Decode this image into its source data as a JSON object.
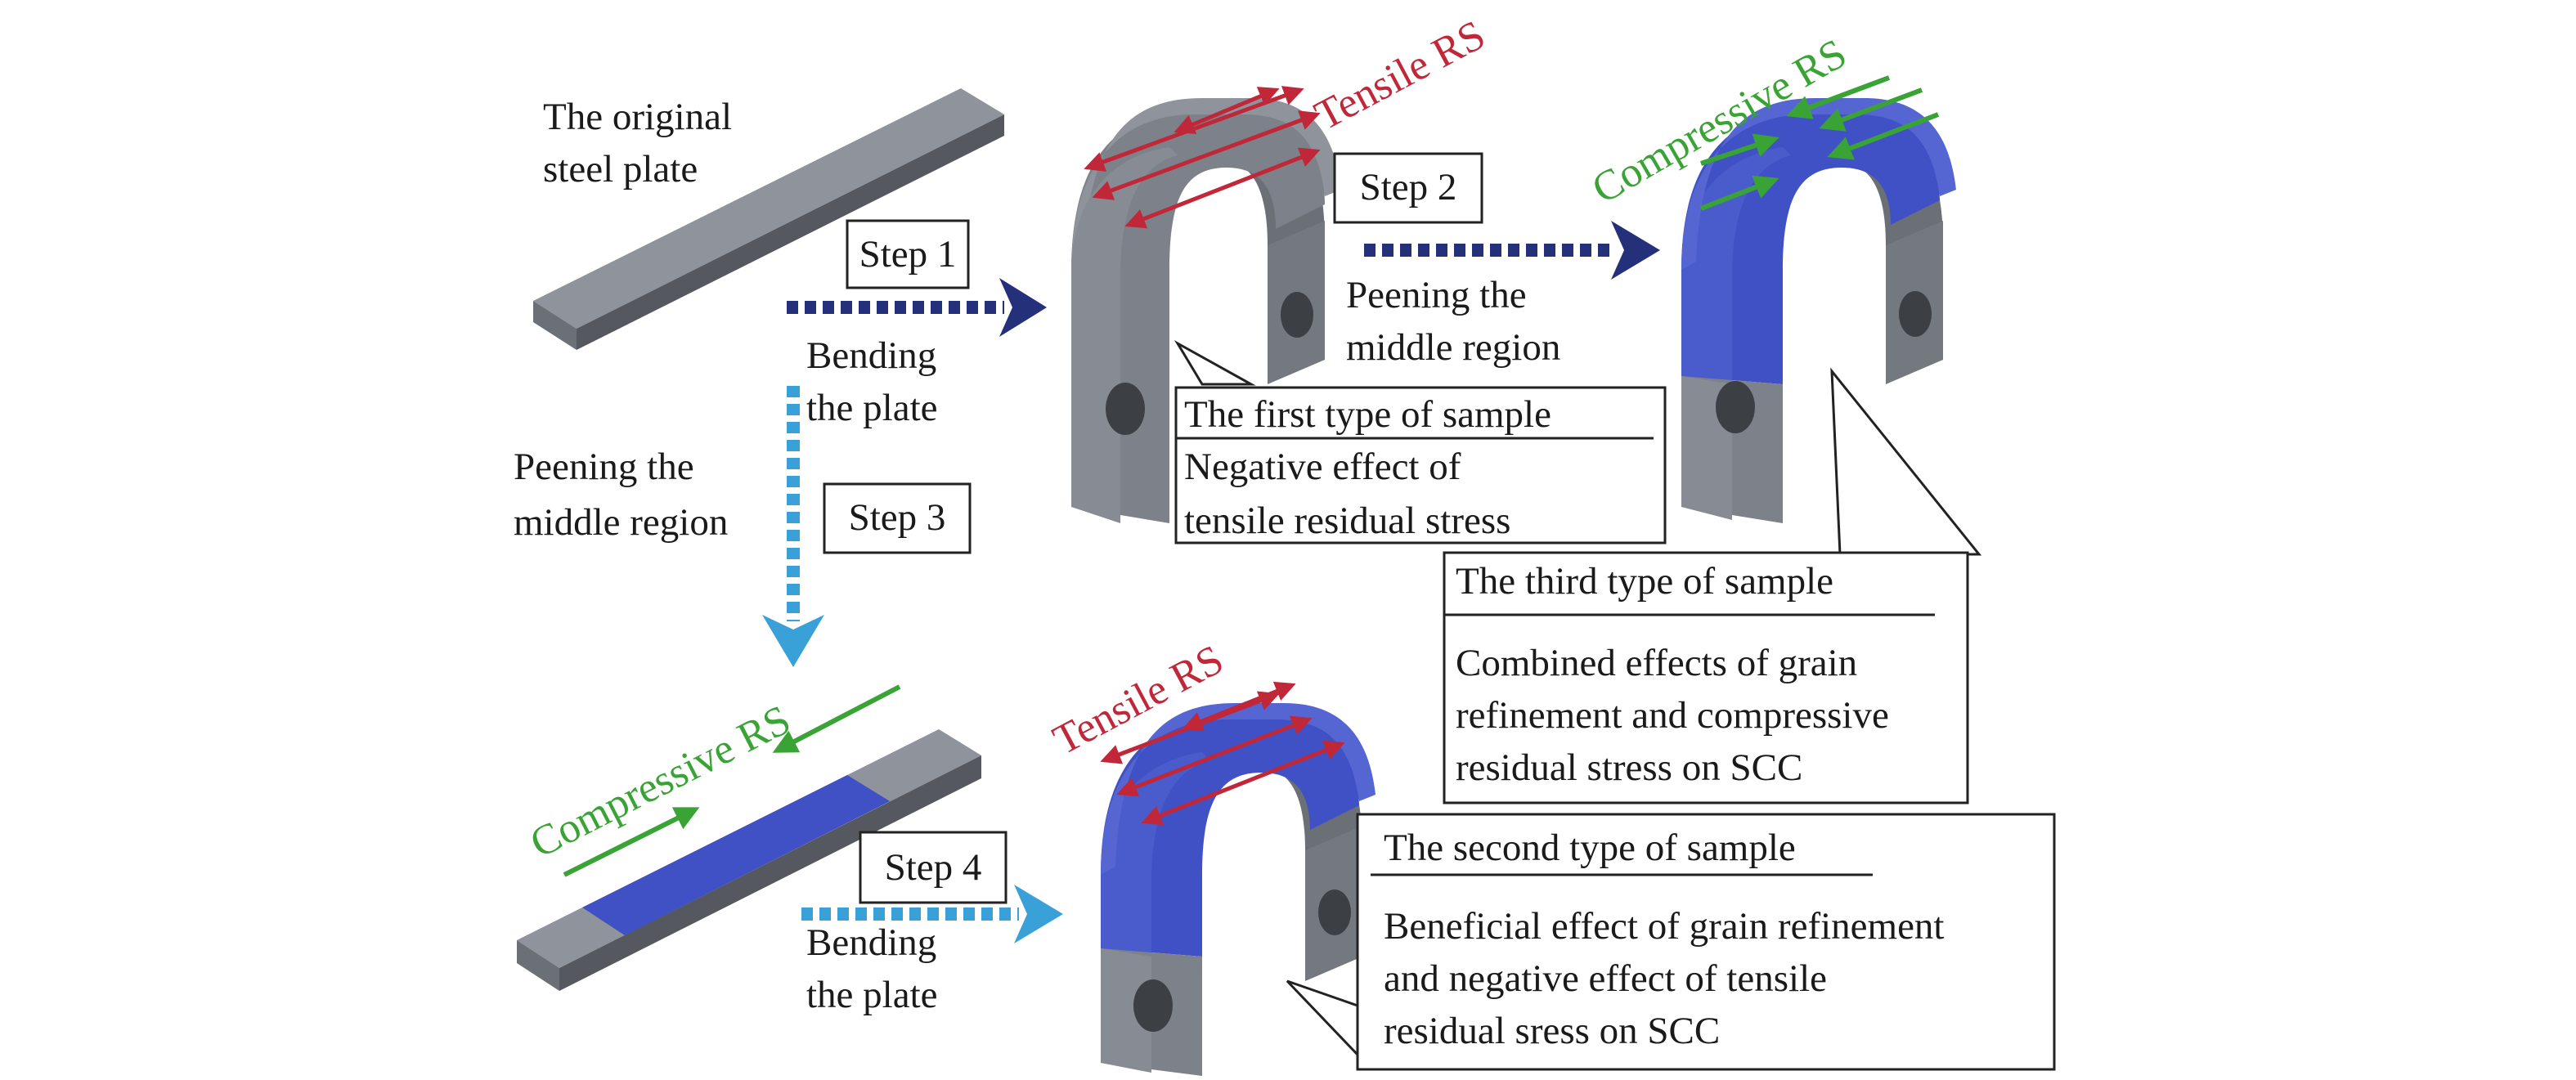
{
  "colors": {
    "steel_top": "#8f939b",
    "steel_side": "#6b6f76",
    "steel_dark": "#55595f",
    "peened_blue": "#3f51c4",
    "peened_blue_dark": "#2e3c9a",
    "arrow_dark_blue": "#25307a",
    "arrow_light_blue": "#3aa0d8",
    "tensile_red": "#c0283a",
    "compressive_green": "#3aa335"
  },
  "labels": {
    "original_plate_line1": "The original",
    "original_plate_line2": "steel plate",
    "bending_plate_1_line1": "Bending",
    "bending_plate_1_line2": "the plate",
    "peening_2_line1": "Peening the",
    "peening_2_line2": "middle region",
    "peening_3_line1": "Peening the",
    "peening_3_line2": "middle region",
    "bending_plate_4_line1": "Bending",
    "bending_plate_4_line2": "the plate"
  },
  "steps": {
    "step1": "Step 1",
    "step2": "Step 2",
    "step3": "Step 3",
    "step4": "Step 4"
  },
  "stress_labels": {
    "tensile_top": "Tensile RS",
    "compressive_top": "Compressive RS",
    "compressive_bottom": "Compressive RS",
    "tensile_bottom": "Tensile RS"
  },
  "callouts": {
    "first": {
      "title": "The first type of sample",
      "line1": "Negative effect of",
      "line2": "tensile residual stress"
    },
    "third": {
      "title": "The third type of sample",
      "line1": "Combined effects of grain",
      "line2": "refinement and compressive",
      "line3": "residual stress on SCC"
    },
    "second": {
      "title": "The second type of sample",
      "line1": "Beneficial effect of grain refinement",
      "line2": "and negative effect of tensile",
      "line3": "residual sress on SCC"
    }
  }
}
